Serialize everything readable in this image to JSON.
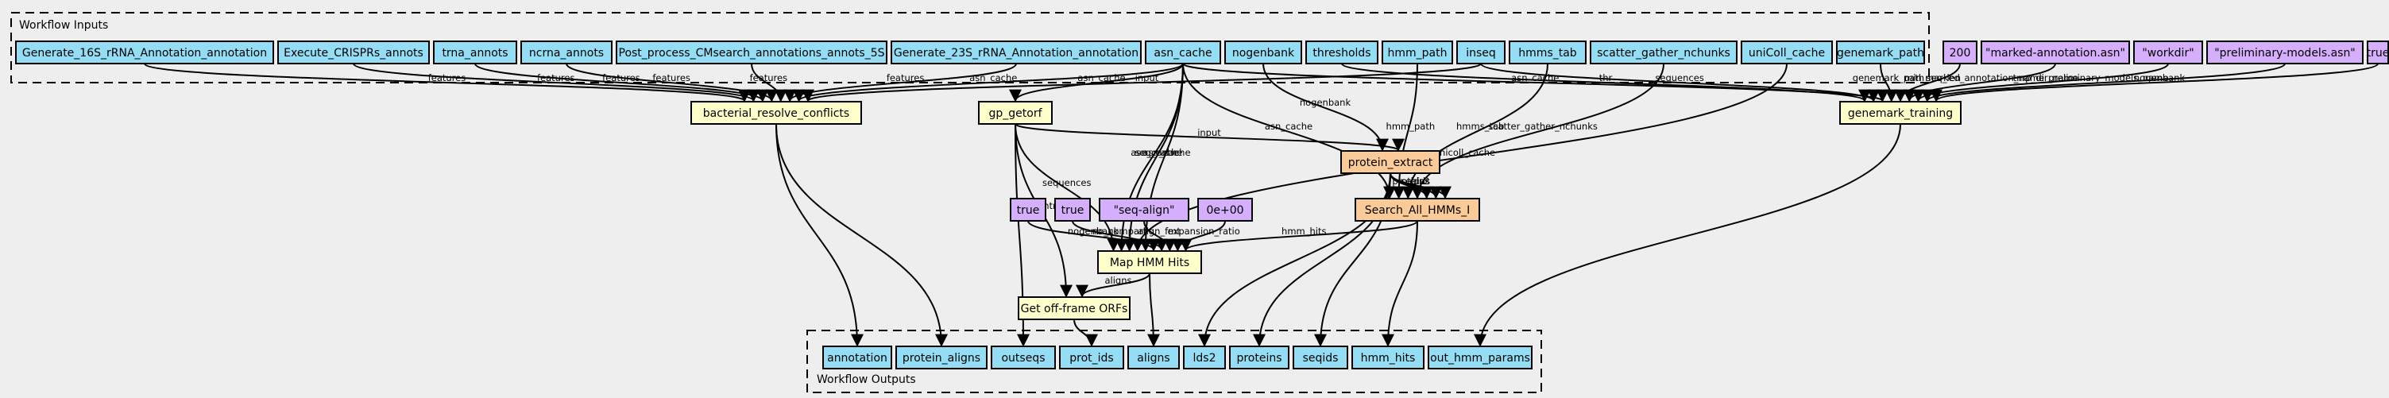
{
  "clusters": {
    "inputs": {
      "label": "Workflow Inputs"
    },
    "outputs": {
      "label": "Workflow Outputs"
    }
  },
  "colors": {
    "input": "#94ddf4",
    "constant": "#d5aefc",
    "step": "#ffffcc",
    "subworkflow": "#fbca99",
    "output": "#94ddf4"
  },
  "nodes": {
    "gen16s": {
      "label": "Generate_16S_rRNA_Annotation_annotation",
      "kind": "input"
    },
    "crispr": {
      "label": "Execute_CRISPRs_annots",
      "kind": "input"
    },
    "trna": {
      "label": "trna_annots",
      "kind": "input"
    },
    "ncrna": {
      "label": "ncrna_annots",
      "kind": "input"
    },
    "postproc": {
      "label": "Post_process_CMsearch_annotations_annots_5S",
      "kind": "input"
    },
    "gen23s": {
      "label": "Generate_23S_rRNA_Annotation_annotation",
      "kind": "input"
    },
    "asncache": {
      "label": "asn_cache",
      "kind": "input"
    },
    "nogenbank": {
      "label": "nogenbank",
      "kind": "input"
    },
    "thresholds": {
      "label": "thresholds",
      "kind": "input"
    },
    "hmmpath": {
      "label": "hmm_path",
      "kind": "input"
    },
    "inseq": {
      "label": "inseq",
      "kind": "input"
    },
    "hmmstab": {
      "label": "hmms_tab",
      "kind": "input"
    },
    "scatter": {
      "label": "scatter_gather_nchunks",
      "kind": "input"
    },
    "unicoll": {
      "label": "uniColl_cache",
      "kind": "input"
    },
    "genemarkpath": {
      "label": "genemark_path",
      "kind": "input"
    },
    "c200": {
      "label": "200",
      "kind": "constant"
    },
    "cmarked": {
      "label": "\"marked-annotation.asn\"",
      "kind": "constant"
    },
    "cworkdir": {
      "label": "\"workdir\"",
      "kind": "constant"
    },
    "cprelim": {
      "label": "\"preliminary-models.asn\"",
      "kind": "constant"
    },
    "ctrue0": {
      "label": "true",
      "kind": "constant"
    },
    "brc": {
      "label": "bacterial_resolve_conflicts",
      "kind": "step"
    },
    "gpget": {
      "label": "gp_getorf",
      "kind": "step"
    },
    "gmtrain": {
      "label": "genemark_training",
      "kind": "step"
    },
    "protext": {
      "label": "protein_extract",
      "kind": "subworkflow"
    },
    "searchall": {
      "label": "Search_All_HMMs_I",
      "kind": "subworkflow"
    },
    "ctrue1": {
      "label": "true",
      "kind": "constant"
    },
    "ctrue2": {
      "label": "true",
      "kind": "constant"
    },
    "cseqalign": {
      "label": "\"seq-align\"",
      "kind": "constant"
    },
    "czero": {
      "label": "0e+00",
      "kind": "constant"
    },
    "maphmm": {
      "label": "Map HMM Hits",
      "kind": "step"
    },
    "offframe": {
      "label": "Get off-frame ORFs",
      "kind": "step"
    },
    "o_annotation": {
      "label": "annotation",
      "kind": "output"
    },
    "o_protaligns": {
      "label": "protein_aligns",
      "kind": "output"
    },
    "o_outseqs": {
      "label": "outseqs",
      "kind": "output"
    },
    "o_protids": {
      "label": "prot_ids",
      "kind": "output"
    },
    "o_aligns": {
      "label": "aligns",
      "kind": "output"
    },
    "o_lds2": {
      "label": "lds2",
      "kind": "output"
    },
    "o_proteins": {
      "label": "proteins",
      "kind": "output"
    },
    "o_seqids": {
      "label": "seqids",
      "kind": "output"
    },
    "o_hmmhits": {
      "label": "hmm_hits",
      "kind": "output"
    },
    "o_outhmm": {
      "label": "out_hmm_params",
      "kind": "output"
    }
  },
  "edges": [
    {
      "from": "gen16s",
      "to": "brc",
      "label": "features"
    },
    {
      "from": "crispr",
      "to": "brc",
      "label": "features"
    },
    {
      "from": "trna",
      "to": "brc",
      "label": "features"
    },
    {
      "from": "ncrna",
      "to": "brc",
      "label": "features"
    },
    {
      "from": "postproc",
      "to": "brc",
      "label": "features"
    },
    {
      "from": "gen23s",
      "to": "brc",
      "label": "features"
    },
    {
      "from": "asncache",
      "to": "brc",
      "label": "asn_cache"
    },
    {
      "from": "inseq",
      "to": "brc",
      "label": "input"
    },
    {
      "from": "thresholds",
      "to": "gmtrain",
      "label": "thr"
    },
    {
      "from": "inseq",
      "to": "gmtrain",
      "label": "sequences"
    },
    {
      "from": "asncache",
      "to": "gmtrain",
      "label": "asn_cache"
    },
    {
      "from": "genemarkpath",
      "to": "gmtrain",
      "label": "genemark_path"
    },
    {
      "from": "c200",
      "to": "gmtrain",
      "label": "min_seq_len"
    },
    {
      "from": "cmarked",
      "to": "gmtrain",
      "label": "marked_annotation_name"
    },
    {
      "from": "cworkdir",
      "to": "gmtrain",
      "label": "tmp_dir_name"
    },
    {
      "from": "cprelim",
      "to": "gmtrain",
      "label": "preliminary_models_name"
    },
    {
      "from": "ctrue0",
      "to": "gmtrain",
      "label": "nogenbank"
    },
    {
      "from": "asncache",
      "to": "gpget",
      "label": "asn_cache"
    },
    {
      "from": "nogenbank",
      "to": "protext",
      "label": "nogenbank"
    },
    {
      "from": "gpget",
      "to": "protext",
      "label": "input"
    },
    {
      "from": "asncache",
      "to": "searchall",
      "label": "asn_cache"
    },
    {
      "from": "hmmpath",
      "to": "searchall",
      "label": "hmm_path"
    },
    {
      "from": "hmmstab",
      "to": "searchall",
      "label": "hmms_tab"
    },
    {
      "from": "scatter",
      "to": "searchall",
      "label": "scatter_gather_nchunks"
    },
    {
      "from": "protext",
      "to": "searchall",
      "label": "proteins"
    },
    {
      "from": "protext",
      "to": "searchall",
      "label": "seqids"
    },
    {
      "from": "protext",
      "to": "searchall",
      "label": "lds2"
    },
    {
      "from": "gpget",
      "to": "maphmm",
      "label": "sequences"
    },
    {
      "from": "asncache",
      "to": "maphmm",
      "label": "asn_cache"
    },
    {
      "from": "asncache",
      "to": "maphmm",
      "label": "seq_cache"
    },
    {
      "from": "unicoll",
      "to": "maphmm",
      "label": "unicoll_cache"
    },
    {
      "from": "asncache",
      "to": "maphmm",
      "label": "asn_cache"
    },
    {
      "from": "ctrue1",
      "to": "maphmm",
      "label": "nogenbank"
    },
    {
      "from": "ctrue2",
      "to": "maphmm",
      "label": "no_compart"
    },
    {
      "from": "cseqalign",
      "to": "maphmm",
      "label": "align_fmt"
    },
    {
      "from": "czero",
      "to": "maphmm",
      "label": "expansion_ratio"
    },
    {
      "from": "searchall",
      "to": "maphmm",
      "label": "hmm_hits"
    },
    {
      "from": "gpget",
      "to": "offframe",
      "label": "seq_entries"
    },
    {
      "from": "maphmm",
      "to": "offframe",
      "label": "aligns"
    },
    {
      "from": "brc",
      "to": "o_annotation",
      "label": ""
    },
    {
      "from": "brc",
      "to": "o_protaligns",
      "label": ""
    },
    {
      "from": "gpget",
      "to": "o_outseqs",
      "label": ""
    },
    {
      "from": "offframe",
      "to": "o_protids",
      "label": ""
    },
    {
      "from": "maphmm",
      "to": "o_aligns",
      "label": ""
    },
    {
      "from": "protext",
      "to": "o_lds2",
      "label": ""
    },
    {
      "from": "protext",
      "to": "o_proteins",
      "label": ""
    },
    {
      "from": "protext",
      "to": "o_seqids",
      "label": ""
    },
    {
      "from": "searchall",
      "to": "o_hmmhits",
      "label": ""
    },
    {
      "from": "gmtrain",
      "to": "o_outhmm",
      "label": ""
    }
  ]
}
